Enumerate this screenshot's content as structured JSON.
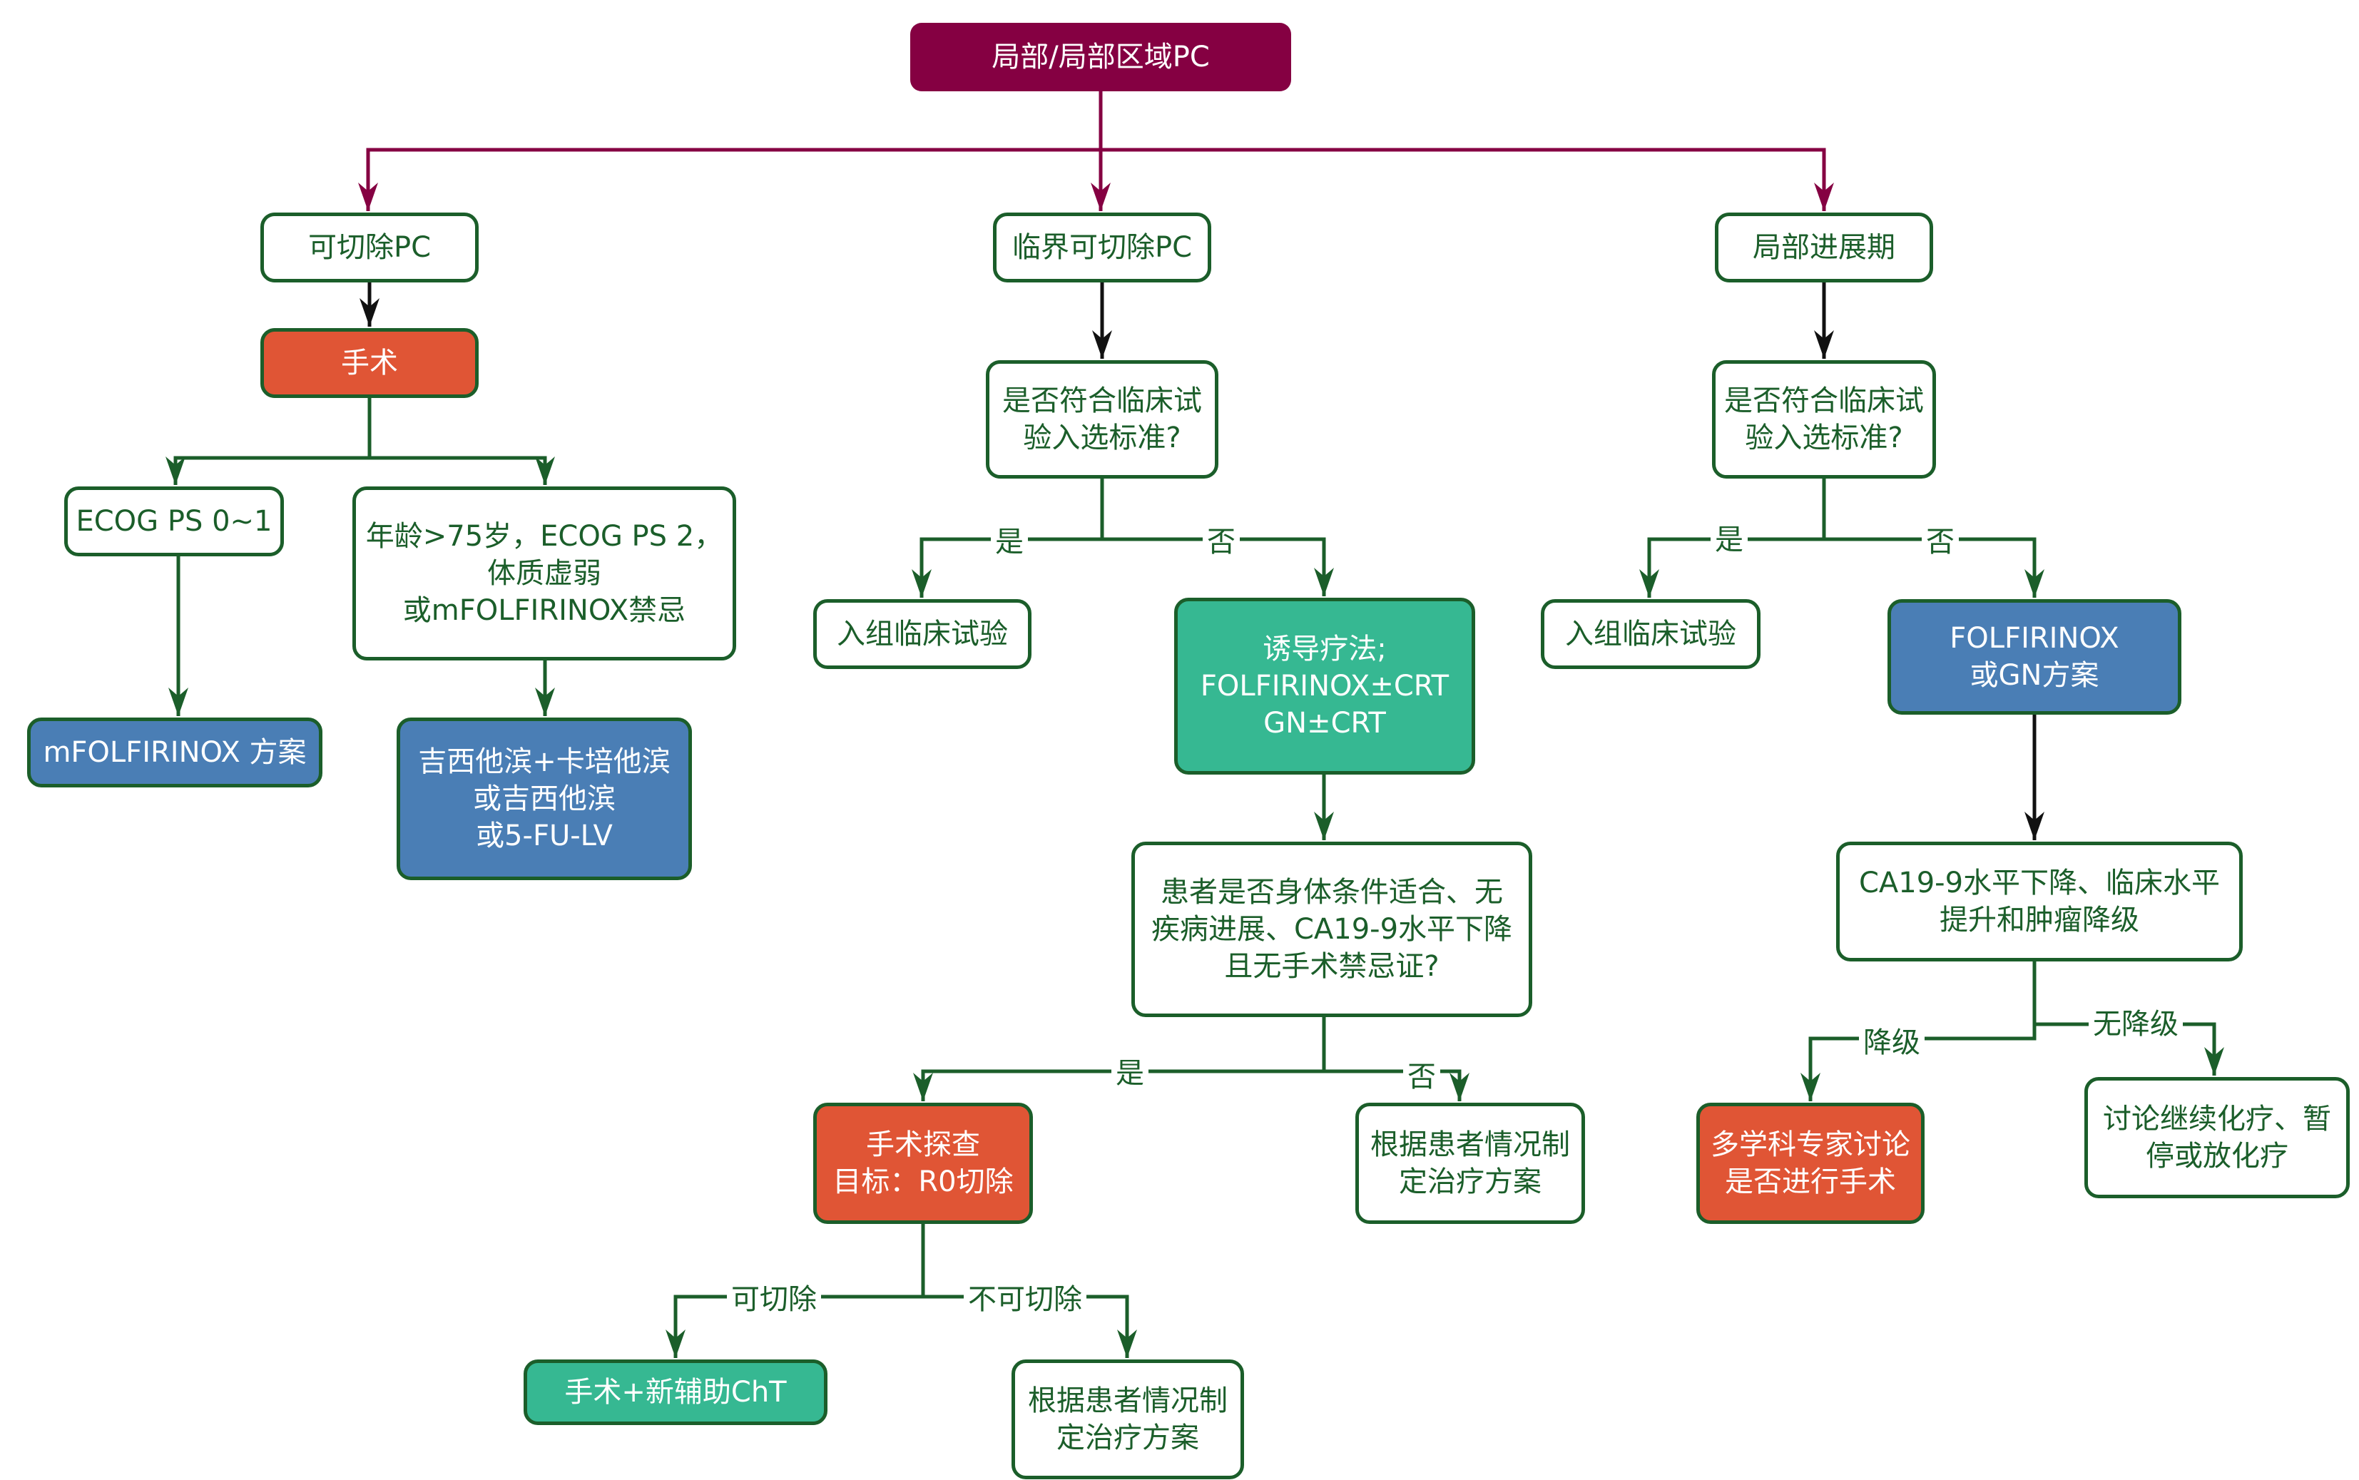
{
  "root": "局部/局部区域PC",
  "branches": {
    "resectable": {
      "title": "可切除PC",
      "surgery": "手术",
      "ecog_good": "ECOG PS 0~1",
      "frail": "年龄>75岁，ECOG PS 2，\n体质虚弱\n或mFOLFIRINOX禁忌",
      "mfolfirinox": "mFOLFIRINOX 方案",
      "gem_options": "吉西他滨+卡培他滨\n或吉西他滨\n或5-FU-LV"
    },
    "borderline": {
      "title": "临界可切除PC",
      "trial_question": "是否符合临床试\n验入选标准?",
      "enroll": "入组临床试验",
      "induction": "诱导疗法;\nFOLFIRINOX±CRT\nGN±CRT",
      "fitness_question": "患者是否身体条件适合、无\n疾病进展、CA19-9水平下降\n且无手术禁忌证?",
      "explore": "手术探查\n目标：R0切除",
      "individual_plan_1": "根据患者情况制\n定治疗方案",
      "surgery_adjuvant": "手术+新辅助ChT",
      "individual_plan_2": "根据患者情况制\n定治疗方案"
    },
    "advanced": {
      "title": "局部进展期",
      "trial_question": "是否符合临床试\n验入选标准?",
      "enroll": "入组临床试验",
      "regimen": "FOLFIRINOX\n或GN方案",
      "response": "CA19-9水平下降、临床水平\n提升和肿瘤降级",
      "mdt": "多学科专家讨论\n是否进行手术",
      "continue": "讨论继续化疗、暂\n停或放化疗"
    }
  },
  "edge_labels": {
    "yes": "是",
    "no": "否",
    "resectable": "可切除",
    "unresectable": "不可切除",
    "downstaged": "降级",
    "not_downstaged": "无降级"
  },
  "colors": {
    "root": "#850042",
    "green_line": "#1b5e2a",
    "red": "#e05535",
    "blue": "#4a7eb5",
    "teal": "#36b892"
  }
}
